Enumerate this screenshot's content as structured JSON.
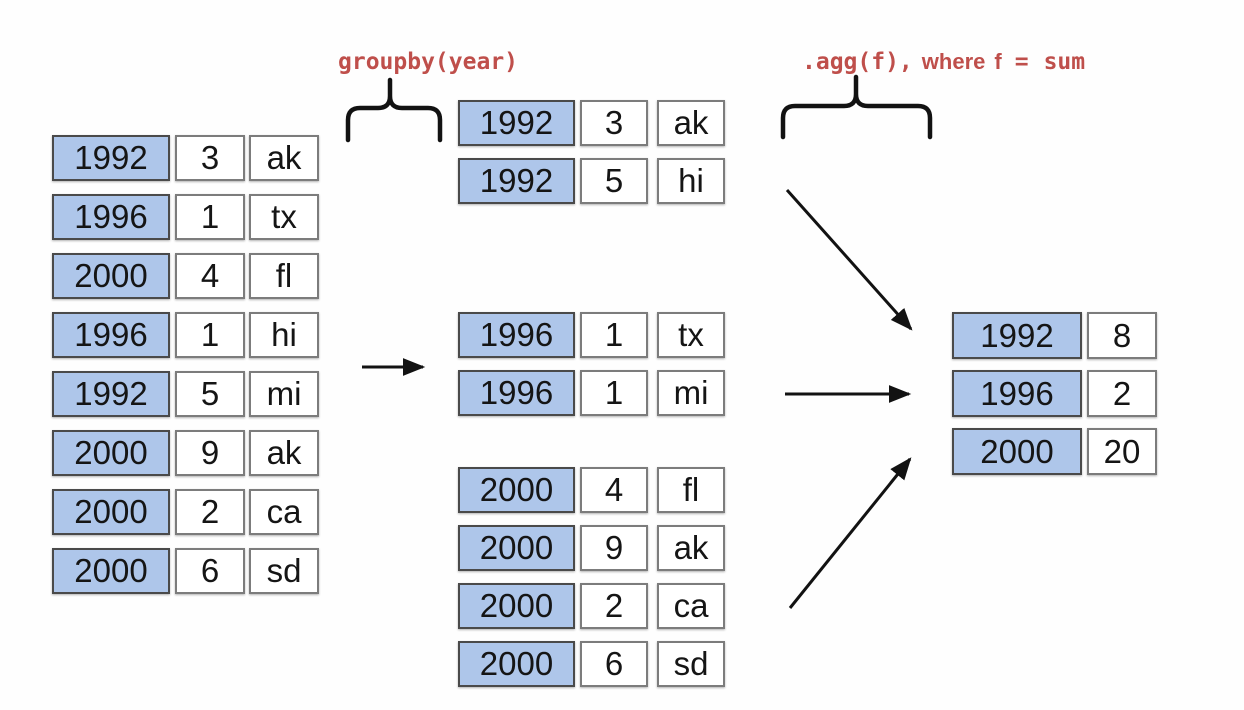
{
  "labels": {
    "groupby": "groupby(year)",
    "agg_code": ".agg(f),",
    "agg_where": "where",
    "agg_f": "f",
    "agg_eq": "=",
    "agg_fn": "sum"
  },
  "colors": {
    "year_cell_fill": "#aec6ea",
    "label_red": "#bf4f4b",
    "arrow_ink": "#121212"
  },
  "source_table": {
    "rows": [
      [
        "1992",
        "3",
        "ak"
      ],
      [
        "1996",
        "1",
        "tx"
      ],
      [
        "2000",
        "4",
        "fl"
      ],
      [
        "1996",
        "1",
        "hi"
      ],
      [
        "1992",
        "5",
        "mi"
      ],
      [
        "2000",
        "9",
        "ak"
      ],
      [
        "2000",
        "2",
        "ca"
      ],
      [
        "2000",
        "6",
        "sd"
      ]
    ]
  },
  "groups": [
    {
      "rows": [
        [
          "1992",
          "3",
          "ak"
        ],
        [
          "1992",
          "5",
          "hi"
        ]
      ]
    },
    {
      "rows": [
        [
          "1996",
          "1",
          "tx"
        ],
        [
          "1996",
          "1",
          "mi"
        ]
      ]
    },
    {
      "rows": [
        [
          "2000",
          "4",
          "fl"
        ],
        [
          "2000",
          "9",
          "ak"
        ],
        [
          "2000",
          "2",
          "ca"
        ],
        [
          "2000",
          "6",
          "sd"
        ]
      ]
    }
  ],
  "result_table": {
    "rows": [
      [
        "1992",
        "8"
      ],
      [
        "1996",
        "2"
      ],
      [
        "2000",
        "20"
      ]
    ]
  }
}
